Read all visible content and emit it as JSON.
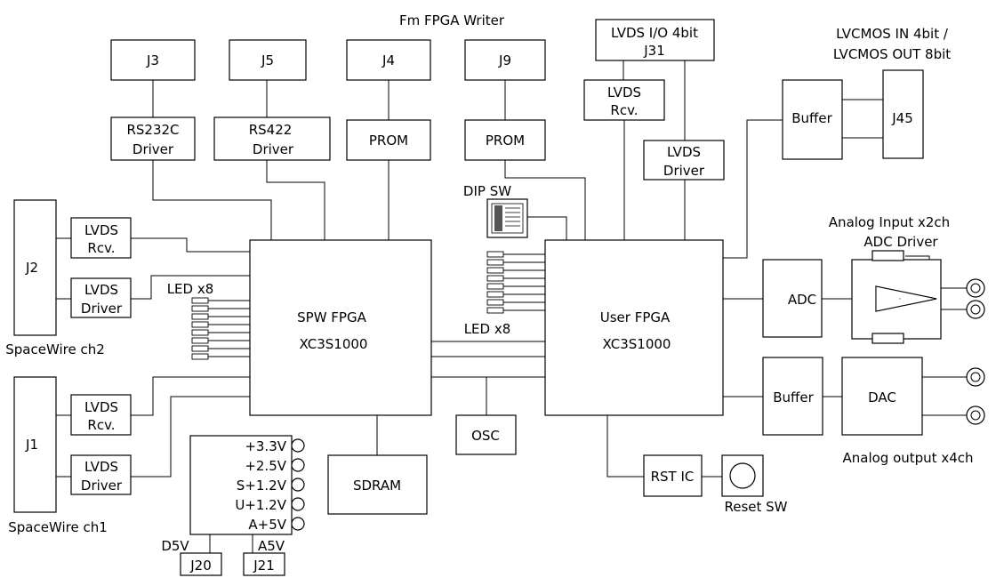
{
  "header": {
    "fm_writer": "Fm  FPGA Writer",
    "lvcmos_line1": "LVCMOS IN 4bit  /",
    "lvcmos_line2": "LVCMOS OUT 8bit"
  },
  "connectors": {
    "j3": "J3",
    "j5": "J5",
    "j4": "J4",
    "j9": "J9",
    "j45": "J45",
    "j2": "J2",
    "j1": "J1",
    "j20": "J20",
    "j21": "J21",
    "j31_line1": "LVDS I/O 4bit",
    "j31_line2": "J31"
  },
  "drivers": {
    "rs232c_line1": "RS232C",
    "rs232c_line2": "Driver",
    "rs422_line1": "RS422",
    "rs422_line2": "Driver",
    "lvds_top_rcv_line1": "LVDS",
    "lvds_top_rcv_line2": "Rcv.",
    "lvds_top_drv_line1": "LVDS",
    "lvds_top_drv_line2": "Driver",
    "lvds_ch2_rcv_line1": "LVDS",
    "lvds_ch2_rcv_line2": "Rcv.",
    "lvds_ch2_drv_line1": "LVDS",
    "lvds_ch2_drv_line2": "Driver",
    "lvds_ch1_rcv_line1": "LVDS",
    "lvds_ch1_rcv_line2": "Rcv.",
    "lvds_ch1_drv_line1": "LVDS",
    "lvds_ch1_drv_line2": "Driver"
  },
  "memory": {
    "prom_left": "PROM",
    "prom_right": "PROM",
    "sdram": "SDRAM"
  },
  "fpga": {
    "spw_line1": "SPW FPGA",
    "spw_line2": "XC3S1000",
    "user_line1": "User FPGA",
    "user_line2": "XC3S1000"
  },
  "misc": {
    "dip_sw": "DIP SW",
    "led_left": "LED x8",
    "led_right": "LED x8",
    "osc": "OSC",
    "rst_ic": "RST IC",
    "reset_sw": "Reset SW",
    "buffer_top": "Buffer",
    "buffer_bottom": "Buffer",
    "adc": "ADC",
    "dac": "DAC",
    "analog_input": "Analog  Input  x2ch",
    "adc_driver": "ADC  Driver",
    "analog_output": "Analog  output  x4ch"
  },
  "labels": {
    "spacewire_ch2": "SpaceWire ch2",
    "spacewire_ch1": "SpaceWire ch1"
  },
  "power": {
    "rails": [
      "+3.3V",
      "+2.5V",
      "S+1.2V",
      "U+1.2V",
      "A+5V"
    ],
    "d5v": "D5V",
    "a5v": "A5V"
  }
}
